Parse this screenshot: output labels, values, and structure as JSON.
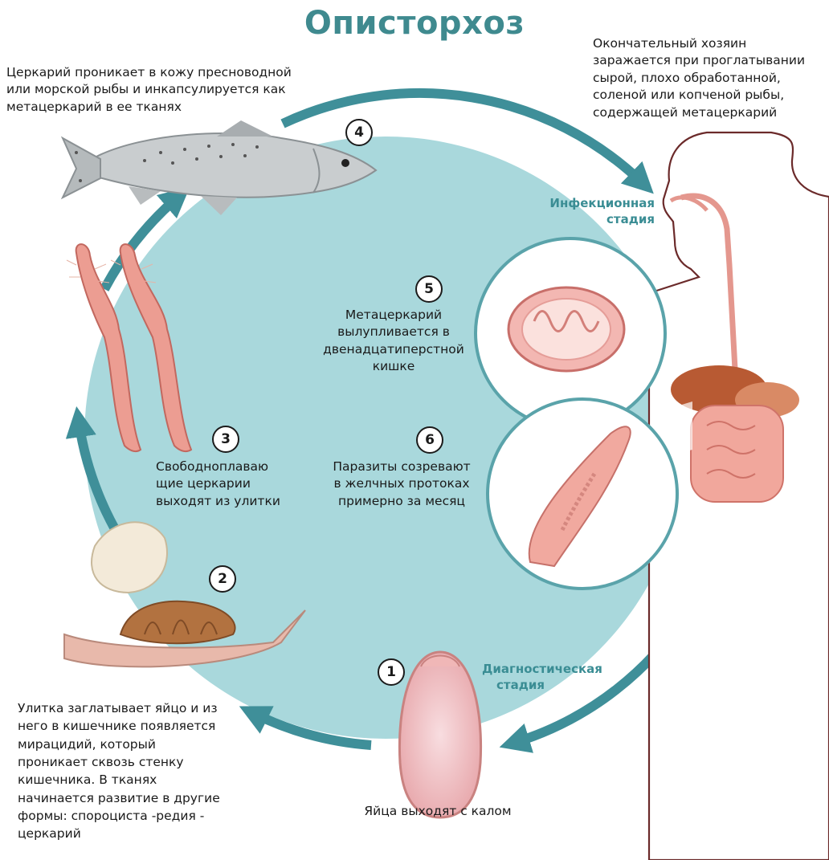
{
  "title": "Описторхоз",
  "stages": {
    "infection": [
      "Инфекционная",
      "стадия"
    ],
    "diagnostic": [
      "Диагностическая",
      "стадия"
    ]
  },
  "steps": [
    {
      "number": "1",
      "lines": [
        "Яйца выходят с калом"
      ]
    },
    {
      "number": "2",
      "lines": [
        "Улитка заглатывает яйцо и из",
        "него в кишечнике появляется",
        "мирацидий, который",
        "проникает сквозь стенку",
        "кишечника. В тканях",
        "начинается развитие в другие",
        "формы: спороциста -редия -",
        "церкарий"
      ]
    },
    {
      "number": "3",
      "lines": [
        "Свободноплаваю",
        "щие церкарии",
        "выходят из улитки"
      ]
    },
    {
      "number": "4",
      "lines": [
        "Церкарий проникает в кожу пресноводной",
        "или морской рыбы и инкапсулируется как",
        "метацеркарий в ее тканях"
      ]
    },
    {
      "number": "5",
      "lines": [
        "Метацеркарий",
        "вылупливается в",
        "двенадцатиперстной",
        "кишке"
      ]
    },
    {
      "number": "6",
      "lines": [
        "Паразиты созревают",
        "в желчных протоках",
        "примерно за месяц"
      ]
    }
  ],
  "host_note": [
    "Окончательный хозяин",
    "заражается при проглатывании",
    "сырой, плохо обработанной,",
    "соленой или копченой рыбы,",
    "содержащей метацеркарий"
  ],
  "colors": {
    "cycle_fill": "#a9d8dc",
    "cycle_arrow": "#3f8f99",
    "title": "#3f8a8f",
    "stage_text": "#3a8d94",
    "worm": "#ec9d92"
  }
}
